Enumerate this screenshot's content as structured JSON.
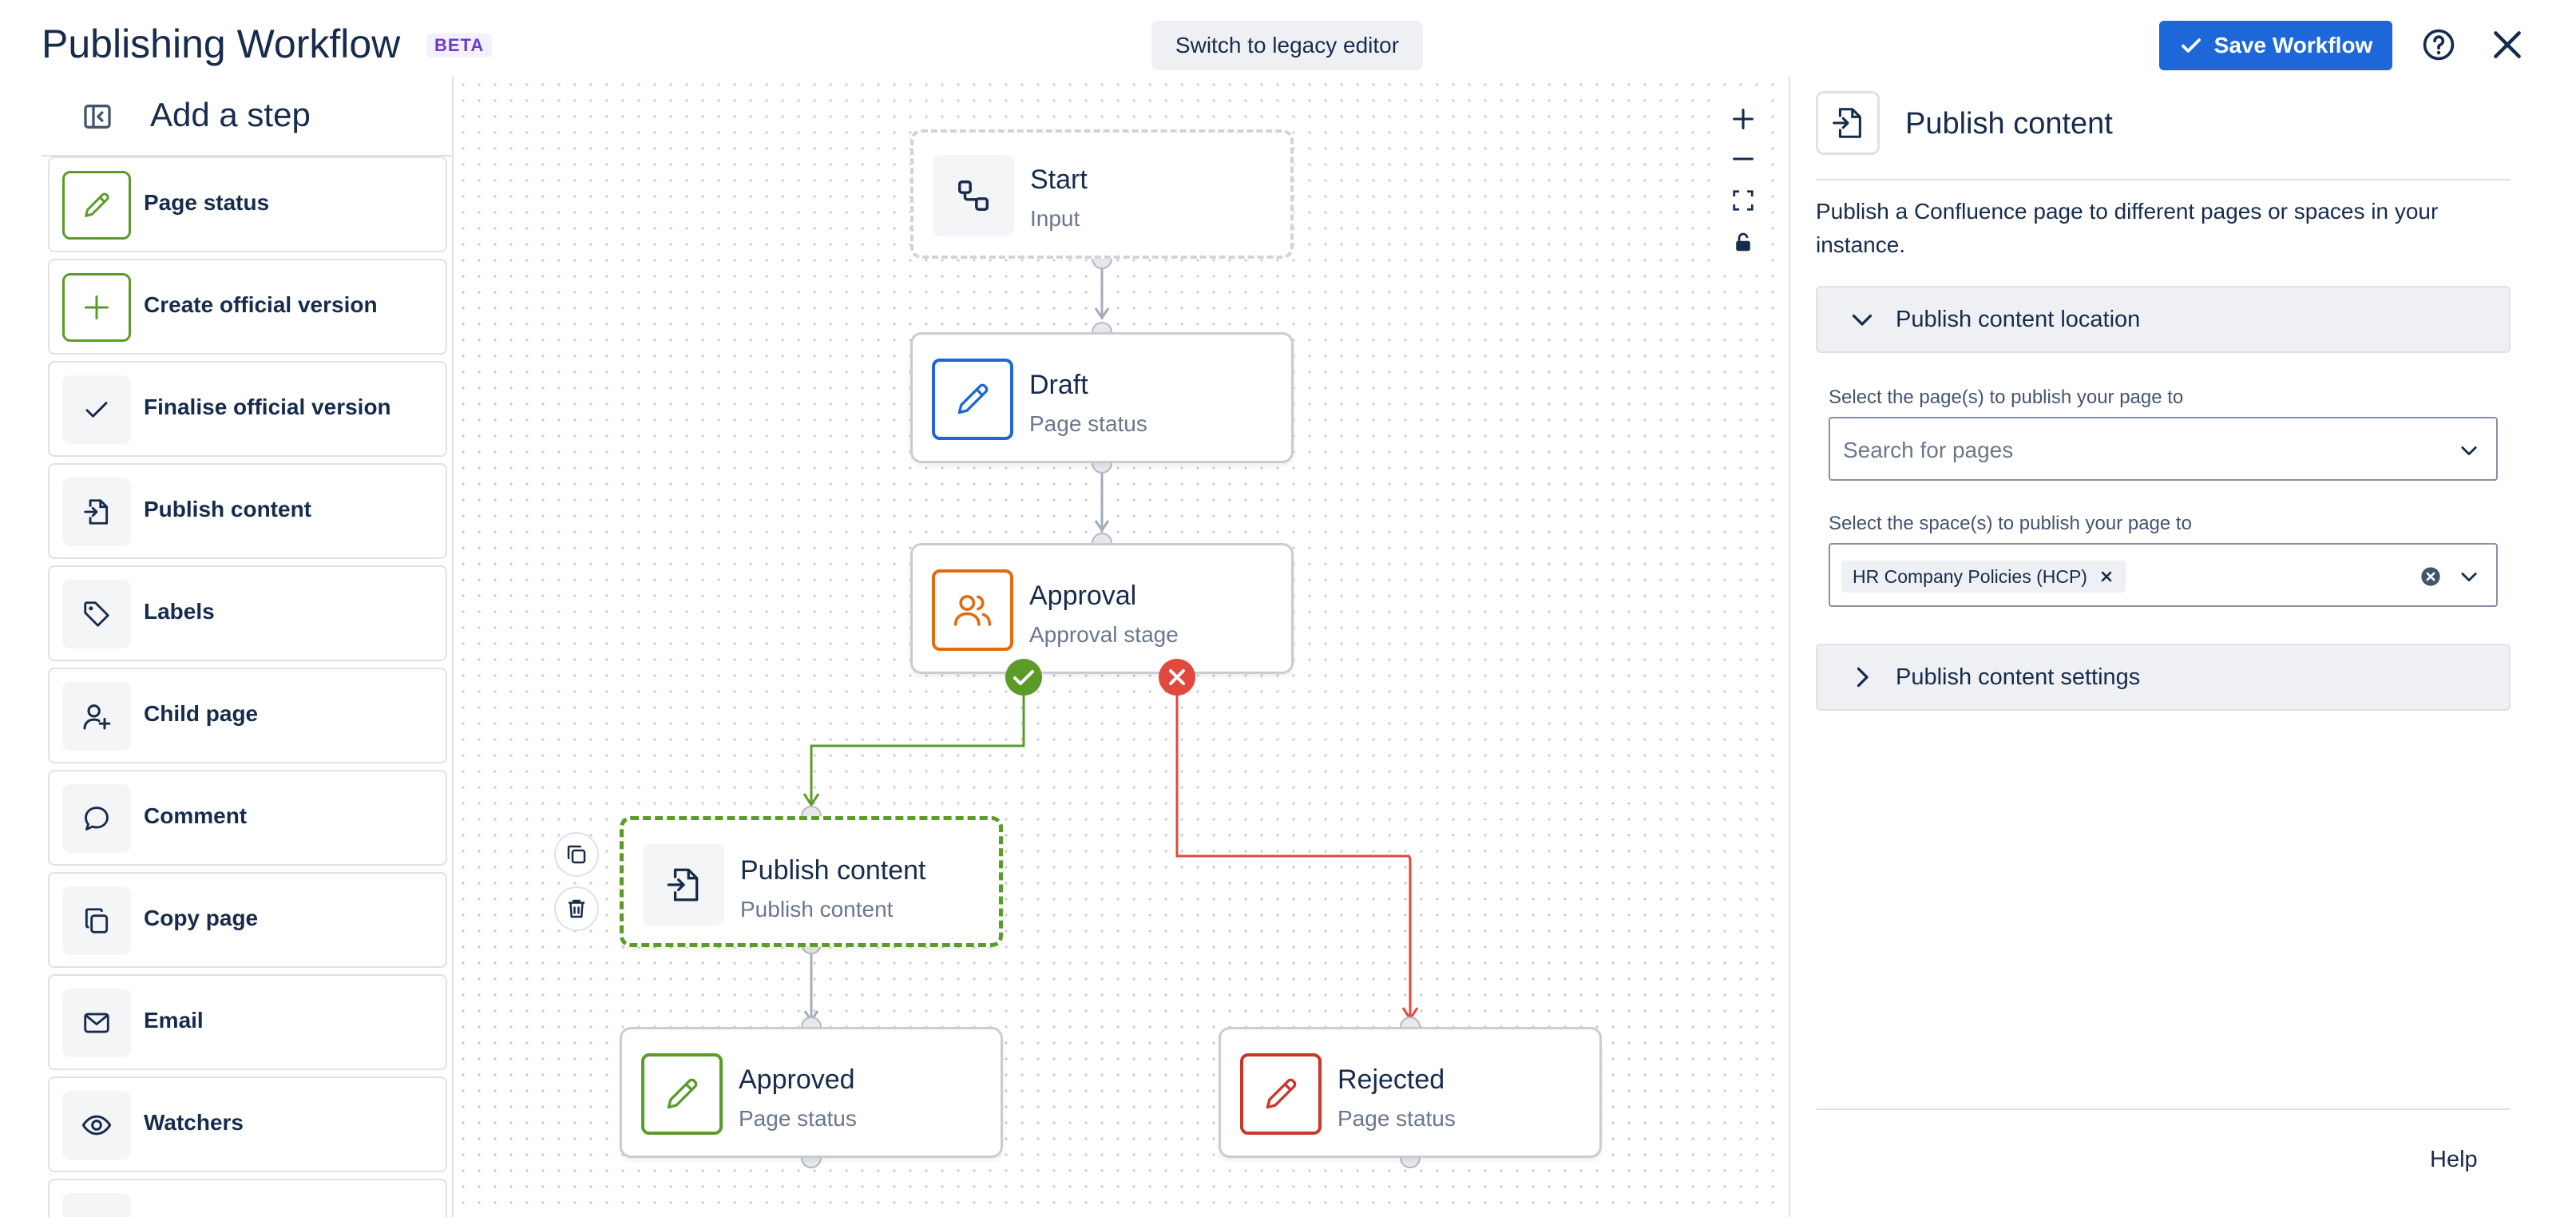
{
  "header": {
    "title": "Publishing Workflow",
    "badge": "BETA",
    "legacy_button": "Switch to legacy editor",
    "save_button": "Save Workflow"
  },
  "left_panel": {
    "title": "Add a step",
    "steps": [
      {
        "label": "Page status",
        "icon": "pencil-icon"
      },
      {
        "label": "Create official version",
        "icon": "plus-icon"
      },
      {
        "label": "Finalise official version",
        "icon": "check-icon"
      },
      {
        "label": "Publish content",
        "icon": "publish-icon"
      },
      {
        "label": "Labels",
        "icon": "tag-icon"
      },
      {
        "label": "Child page",
        "icon": "person-add-icon"
      },
      {
        "label": "Comment",
        "icon": "comment-icon"
      },
      {
        "label": "Copy page",
        "icon": "copy-icon"
      },
      {
        "label": "Email",
        "icon": "email-icon"
      },
      {
        "label": "Watchers",
        "icon": "eye-icon"
      }
    ]
  },
  "canvas": {
    "nodes": {
      "start": {
        "title": "Start",
        "subtitle": "Input"
      },
      "draft": {
        "title": "Draft",
        "subtitle": "Page status"
      },
      "approval": {
        "title": "Approval",
        "subtitle": "Approval stage"
      },
      "publish": {
        "title": "Publish content",
        "subtitle": "Publish content"
      },
      "approved": {
        "title": "Approved",
        "subtitle": "Page status"
      },
      "rejected": {
        "title": "Rejected",
        "subtitle": "Page status"
      }
    },
    "colors": {
      "approve": "#5b9b28",
      "reject": "#e2483d",
      "connector": "#a5adba"
    }
  },
  "right_panel": {
    "title": "Publish content",
    "description": "Publish a Confluence page to different pages or spaces in your instance.",
    "location_section": "Publish content location",
    "pages_label": "Select the page(s) to publish your page to",
    "pages_placeholder": "Search for pages",
    "spaces_label": "Select the space(s) to publish your page to",
    "selected_space": "HR Company Policies (HCP)",
    "settings_section": "Publish content settings",
    "help": "Help"
  },
  "accent": "#1d67d8"
}
